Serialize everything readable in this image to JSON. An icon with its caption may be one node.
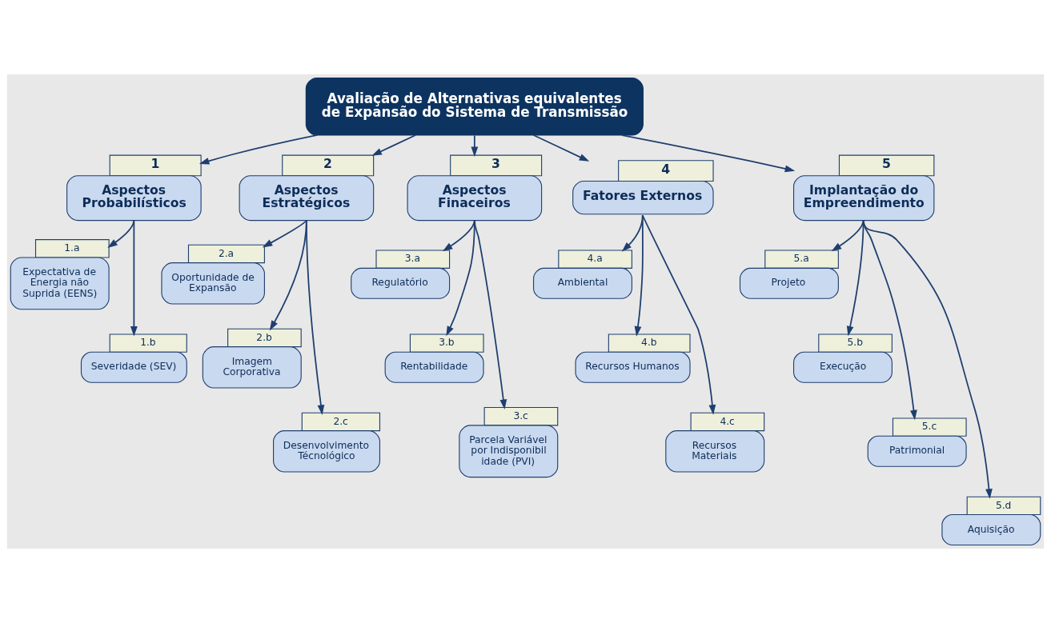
{
  "diagram": {
    "nodes": [
      {
        "text": [
          "Avaliação de Alternativas equivalentes de Expansão do Sistema de Transmissão"
        ]
      },
      {
        "text": [
          "Aspectos Probabilísticos"
        ],
        "beside": [
          "1"
        ]
      },
      {
        "text": [
          "Expectativa de Energia não Suprida (EENS)"
        ],
        "beside": [
          "1.a"
        ]
      },
      {
        "text": [
          "Severidade (SEV)"
        ],
        "beside": [
          "1.b"
        ]
      },
      {
        "text": [
          "Aspectos Estratégicos"
        ],
        "beside": [
          "2"
        ]
      },
      {
        "text": [
          "Oportunidade de Expansão"
        ],
        "beside": [
          "2.a"
        ]
      },
      {
        "text": [
          "Imagem Corporativa"
        ],
        "beside": [
          "2.b"
        ]
      },
      {
        "text": [
          "Desenvolvimento Técnológico"
        ],
        "beside": [
          "2.c"
        ]
      },
      {
        "text": [
          "Aspectos Finaceiros"
        ],
        "beside": [
          "3"
        ]
      },
      {
        "text": [
          "Regulatório"
        ],
        "beside": [
          "3.a"
        ]
      },
      {
        "text": [
          "Rentabilidade"
        ],
        "beside": [
          "3.b"
        ]
      },
      {
        "text": [
          "Parcela Variável por Indisponibilidade (PVI)"
        ],
        "beside": [
          "3.c"
        ]
      },
      {
        "text": [
          "Fatores Externos"
        ],
        "beside": [
          "4"
        ]
      },
      {
        "text": [
          "Ambiental"
        ],
        "beside": [
          "4.a"
        ]
      },
      {
        "text": [
          "Recursos Humanos"
        ],
        "beside": [
          "4.b"
        ]
      },
      {
        "text": [
          "Recursos Materiais"
        ],
        "beside": [
          "4.c"
        ]
      },
      {
        "text": [
          "Implantação do Empreendimento"
        ],
        "beside": [
          "5"
        ]
      },
      {
        "text": [
          "Projeto"
        ],
        "beside": [
          "5.a"
        ]
      },
      {
        "text": [
          "Execução"
        ],
        "beside": [
          "5.b"
        ]
      },
      {
        "text": [
          "Patrimonial"
        ],
        "beside": [
          "5.c"
        ]
      },
      {
        "text": [
          "Aquisição"
        ],
        "beside": [
          "5.d"
        ]
      }
    ],
    "edges": [
      {
        "from": 0,
        "to": 1,
        "arrow": "to"
      },
      {
        "from": 0,
        "to": 4,
        "arrow": "to"
      },
      {
        "from": 0,
        "to": 8,
        "arrow": "to"
      },
      {
        "from": 0,
        "to": 12,
        "arrow": "to"
      },
      {
        "from": 0,
        "to": 16,
        "arrow": "to"
      },
      {
        "from": 1,
        "to": 2,
        "arrow": "to"
      },
      {
        "from": 1,
        "to": 3,
        "arrow": "to"
      },
      {
        "from": 4,
        "to": 5,
        "arrow": "to"
      },
      {
        "from": 4,
        "to": 6,
        "arrow": "to"
      },
      {
        "from": 4,
        "to": 7,
        "arrow": "to"
      },
      {
        "from": 8,
        "to": 9,
        "arrow": "to"
      },
      {
        "from": 8,
        "to": 10,
        "arrow": "to"
      },
      {
        "from": 8,
        "to": 11,
        "arrow": "to"
      },
      {
        "from": 12,
        "to": 13,
        "arrow": "to"
      },
      {
        "from": 12,
        "to": 14,
        "arrow": "to"
      },
      {
        "from": 12,
        "to": 15,
        "arrow": "to"
      },
      {
        "from": 16,
        "to": 17,
        "arrow": "to"
      },
      {
        "from": 16,
        "to": 18,
        "arrow": "to"
      },
      {
        "from": 16,
        "to": 19,
        "arrow": "to"
      },
      {
        "from": 16,
        "to": 20,
        "arrow": "to"
      }
    ]
  }
}
